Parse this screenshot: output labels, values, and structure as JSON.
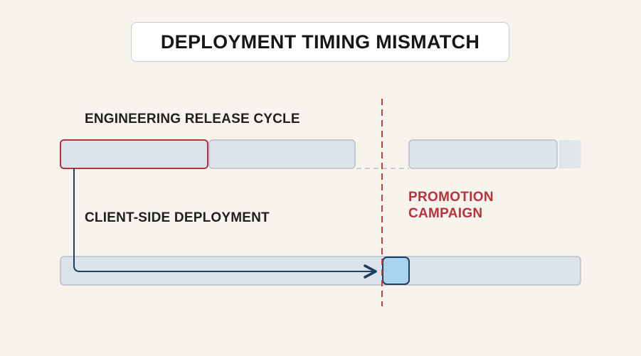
{
  "title": "DEPLOYMENT TIMING MISMATCH",
  "lanes": {
    "engineering": "ENGINEERING RELEASE CYCLE",
    "client": "CLIENT-SIDE DEPLOYMENT"
  },
  "promotion": {
    "line1": "PROMOTION",
    "line2": "CAMPAIGN"
  },
  "colors": {
    "background": "#f7f4ee",
    "bar_fill": "#dde3ea",
    "bar_stroke": "#b7c0ca",
    "release_highlight": "#b9313a",
    "deployment_arrow": "#1f3f5f",
    "deployment_point_fill": "#a9d3ee",
    "promotion_line": "#c93a3f"
  },
  "icons": {
    "arrow": "arrow-right-icon",
    "deployment_point": "deployment-point-icon"
  }
}
